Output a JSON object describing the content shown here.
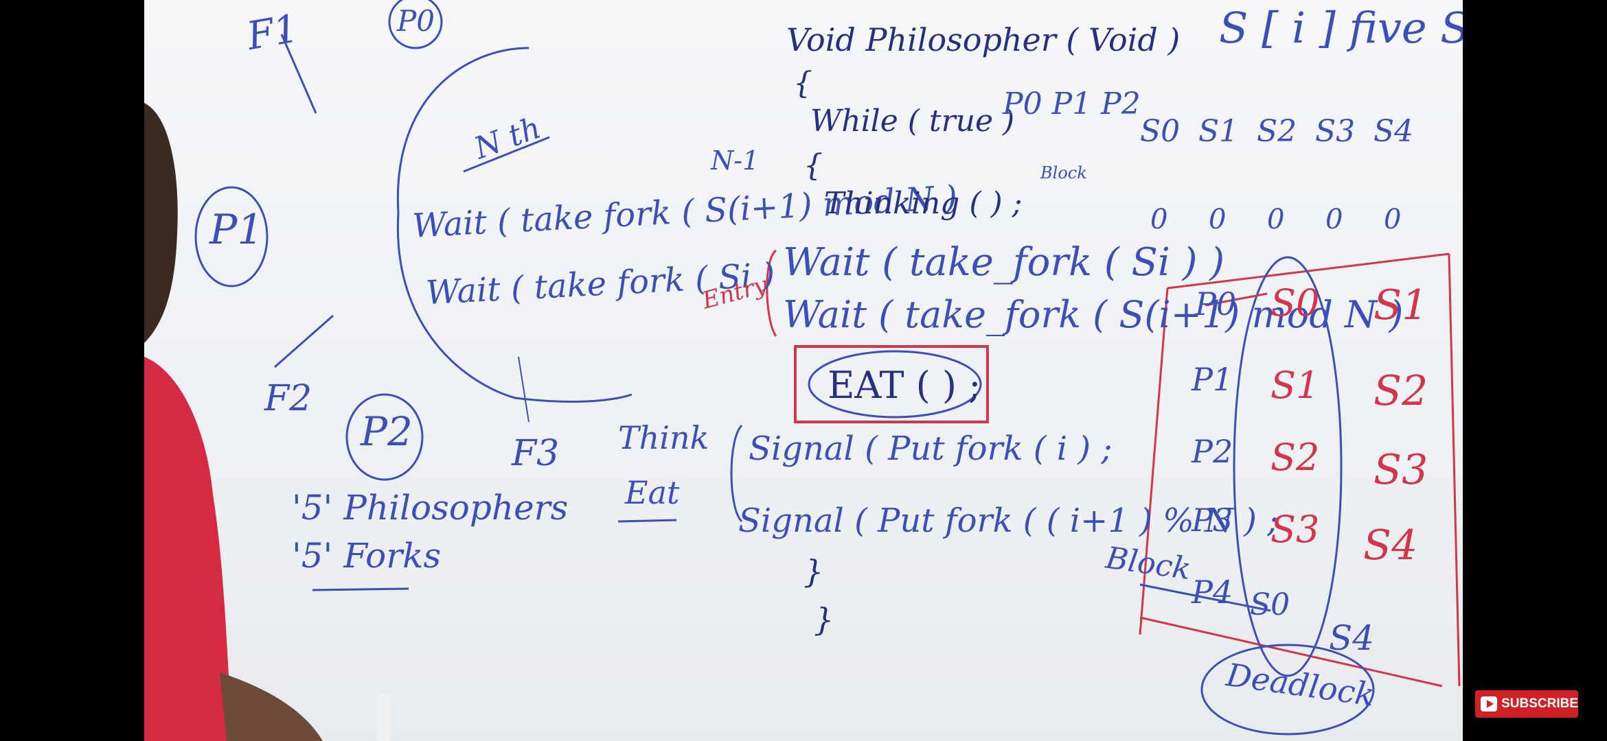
{
  "board": {
    "title_code": "Void Philosopher ( Void )",
    "brace_open": "{",
    "while_line": "While ( true )",
    "brace_open2": "{",
    "thinking": "Thinking ( ) ;",
    "wait1": "Wait ( take_fork ( Si ) )",
    "wait2": "Wait ( take_fork ( S(i+1) mod N )",
    "entry_label": "Entry",
    "eat": "EAT ( ) ;",
    "think_label": "Think",
    "eat_label": "Eat",
    "signal1": "Signal ( Put fork ( i ) ;",
    "signal2": "Signal ( Put fork ( ( i+1 ) % N ) ;",
    "brace_close1": "}",
    "brace_close2": "}",
    "left_wait1": "Wait ( take fork ( S(i+1) mod N )",
    "left_wait2": "Wait ( take fork ( Si )",
    "nth_label": "N th",
    "n_minus_1": "N-1",
    "philosophers_count": "'5' Philosophers",
    "forks_count": "'5' Forks",
    "semaphore_title": "S [ i ]   five Sema",
    "p_labels_top": "P0   P1   P2",
    "block_small": "Block",
    "fork_labels": {
      "f1": "F1",
      "f2": "F2",
      "f3": "F3"
    },
    "philosophers_circle": {
      "p0": "P0",
      "p1": "P1",
      "p2": "P2"
    },
    "s_top": [
      "S0",
      "S1",
      "S2",
      "S3",
      "S4"
    ],
    "s_values": [
      "0",
      "0",
      "0",
      "0",
      "0"
    ],
    "table_p": [
      "P0",
      "P1",
      "P2",
      "P3",
      "P4"
    ],
    "table_s_left": [
      "S0",
      "S1",
      "S2",
      "S3",
      "S0"
    ],
    "table_s_right": [
      "S1",
      "S2",
      "S3",
      "S4",
      "S4"
    ],
    "block_label": "Block",
    "deadlock_label": "Deadlock"
  },
  "overlay": {
    "subscribe_label": "SUBSCRIBE"
  },
  "colors": {
    "marker_blue": "#3b4fb8",
    "marker_red": "#d6344a",
    "shirt_red": "#d62a43"
  }
}
